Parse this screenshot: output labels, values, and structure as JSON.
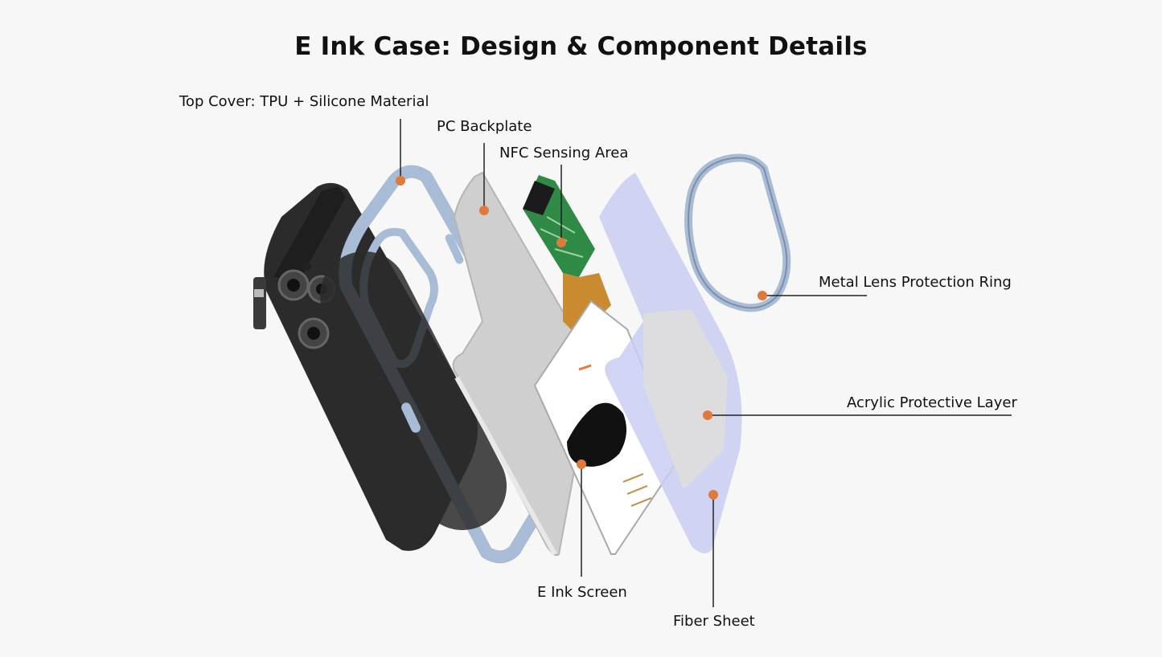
{
  "title": "E Ink Case: Design & Component Details",
  "colors": {
    "background": "#f7f7f7",
    "marker": "#e07a3c",
    "leader_line": "#222222",
    "phone_body": "#2b2b2b",
    "bumper": "#a9bcd6",
    "backplate": "#cfcfcf",
    "fiber_sheet": "#c9cdf0",
    "pcb": "#2f8a45"
  },
  "components": {
    "top_cover": "Top Cover: TPU + Silicone Material",
    "pc_backplate": "PC Backplate",
    "nfc_area": "NFC Sensing Area",
    "lens_ring": "Metal Lens Protection Ring",
    "acrylic_layer": "Acrylic Protective Layer",
    "eink_screen": "E Ink Screen",
    "fiber_sheet": "Fiber Sheet"
  }
}
